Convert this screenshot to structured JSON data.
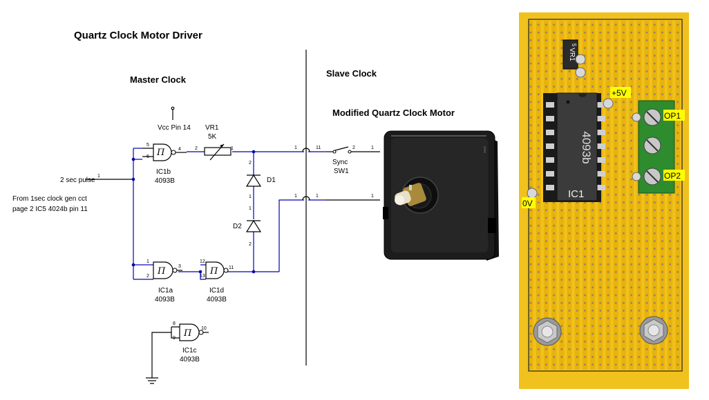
{
  "title": "Quartz Clock Motor Driver",
  "sections": {
    "master": "Master Clock",
    "slave": "Slave Clock",
    "motor": "Modified Quartz Clock Motor"
  },
  "source": {
    "pulse_label": "2 sec pulse",
    "from_line1": "From 1sec clock gen cct",
    "from_line2": "page 2  IC5  4024b pin 11"
  },
  "vcc_label": "Vcc Pin 14",
  "vr1": {
    "name": "VR1",
    "value": "5K"
  },
  "diodes": {
    "d1": "D1",
    "d2": "D2"
  },
  "switch": {
    "line1": "Sync",
    "line2": "SW1"
  },
  "gates": {
    "ic1b": {
      "name": "IC1b",
      "part": "4093B",
      "symbol": "Π"
    },
    "ic1a": {
      "name": "IC1a",
      "part": "4093B",
      "symbol": "Π"
    },
    "ic1d": {
      "name": "IC1d",
      "part": "4093B",
      "symbol": "Π"
    },
    "ic1c": {
      "name": "IC1c",
      "part": "4093B",
      "symbol": "Π"
    }
  },
  "pins": {
    "p1": "1",
    "p2": "2",
    "p3": "3",
    "p4": "4",
    "p5": "5",
    "p6": "6",
    "p8": "8",
    "p9": "9",
    "p10": "10",
    "p11": "11",
    "p12": "12",
    "p13": "13"
  },
  "pcb": {
    "ic_label": "4093b",
    "ic_name": "IC1",
    "vr_label": "VR1",
    "vr_pin": "5",
    "plus5v": "+5V",
    "zero_v": "0V",
    "op1": "OP1",
    "op2": "OP2",
    "colors": {
      "board": "#f1c21d",
      "ic": "#3a3a3a",
      "terminal": "#2e8b2e"
    }
  }
}
